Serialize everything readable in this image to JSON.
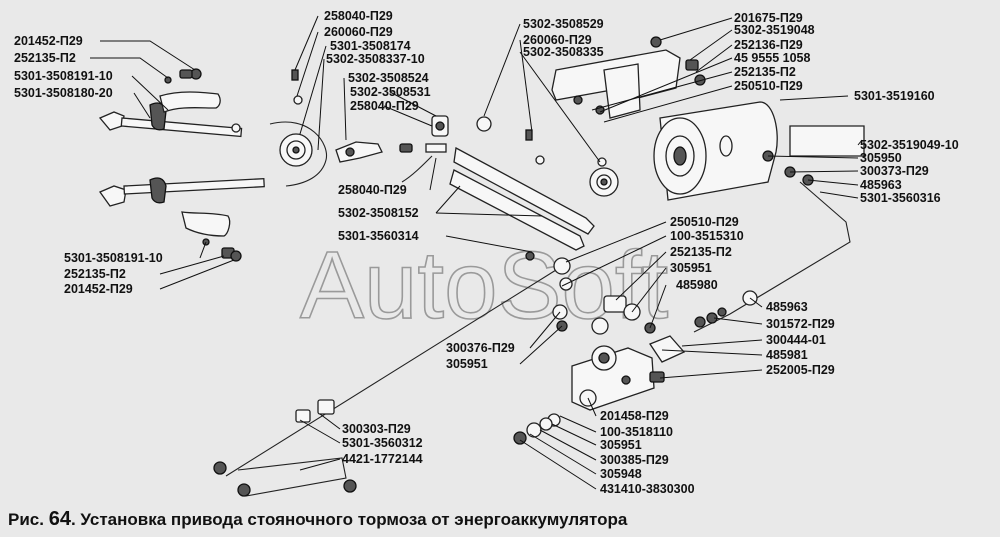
{
  "caption": {
    "prefix": "Рис.",
    "number": "64",
    "text": ". Установка привода стояночного тормоза от энергоаккумулятора"
  },
  "watermark": "AutoSoft",
  "labels": {
    "l01": "201452-П29",
    "l02": "252135-П2",
    "l03": "5301-3508191-10",
    "l04": "5301-3508180-20",
    "l05": "258040-П29",
    "l06": "260060-П29",
    "l07": "5301-3508174",
    "l08": "5302-3508337-10",
    "l09": "5302-3508524",
    "l10": "5302-3508531",
    "l11": "258040-П29",
    "l12": "5302-3508529",
    "l13": "260060-П29",
    "l14": "5302-3508335",
    "l15": "201675-П29",
    "l16": "5302-3519048",
    "l17": "252136-П29",
    "l18": "45 9555 1058",
    "l19": "252135-П2",
    "l20": "250510-П29",
    "l21": "5301-3519160",
    "l22": "5302-3519049-10",
    "l23": "305950",
    "l24": "300373-П29",
    "l25": "485963",
    "l26": "5301-3560316",
    "l27": "258040-П29",
    "l28": "5302-3508152",
    "l29": "5301-3560314",
    "l30": "250510-П29",
    "l31": "100-3515310",
    "l32": "252135-П2",
    "l33": "305951",
    "l34": "485980",
    "l35": "485963",
    "l36": "301572-П29",
    "l37": "300444-01",
    "l38": "485981",
    "l39": "252005-П29",
    "l40": "300376-П29",
    "l41": "305951",
    "l42": "201458-П29",
    "l43": "100-3518110",
    "l44": "305951",
    "l45": "300385-П29",
    "l46": "305948",
    "l47": "431410-3830300",
    "l48": "300303-П29",
    "l49": "5301-3560312",
    "l50": "4421-1772144",
    "l51": "5301-3508191-10",
    "l52": "252135-П2",
    "l53": "201452-П29"
  }
}
